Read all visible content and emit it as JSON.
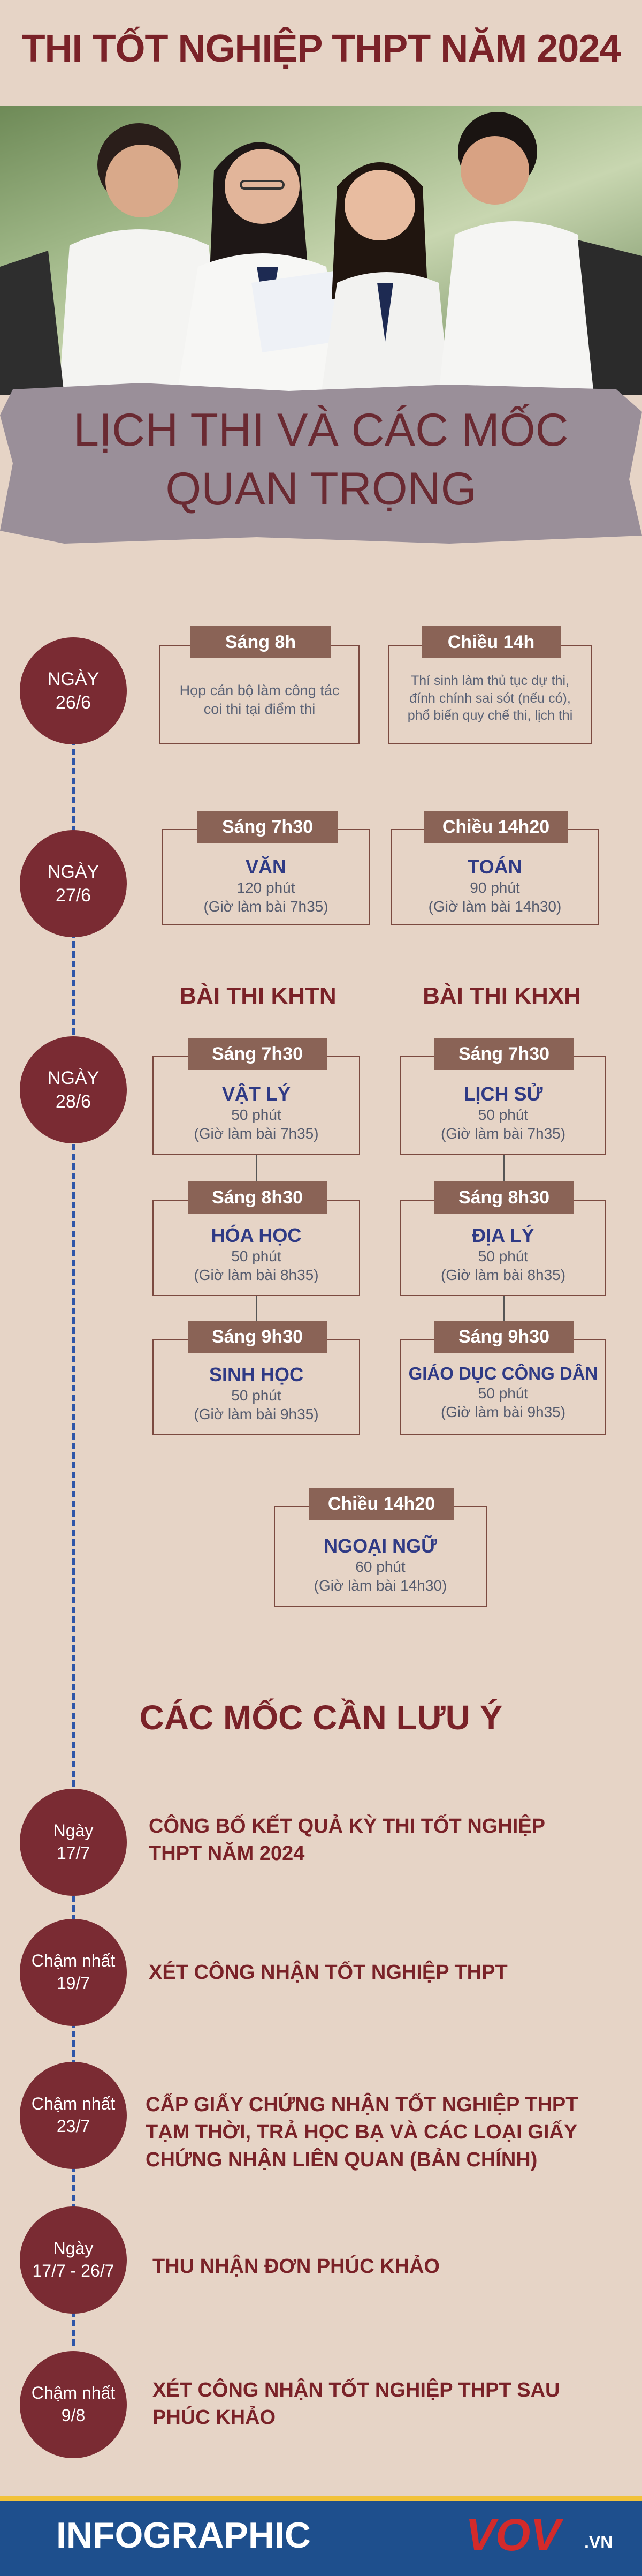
{
  "title": "THI TỐT NGHIỆP THPT NĂM 2024",
  "banner": {
    "line1": "LỊCH THI VÀ CÁC MỐC",
    "line2": "QUAN TRỌNG"
  },
  "days": {
    "d1": {
      "label": "NGÀY",
      "date": "26/6",
      "morning": {
        "tag": "Sáng 8h",
        "text": "Họp cán bộ làm công tác coi thi tại điểm thi"
      },
      "afternoon": {
        "tag": "Chiều 14h",
        "text": "Thí sinh làm thủ tục dự thi, đính chính sai sót (nếu có), phổ biến quy chế thi, lịch thi"
      }
    },
    "d2": {
      "label": "NGÀY",
      "date": "27/6",
      "morning": {
        "tag": "Sáng 7h30",
        "subject": "VĂN",
        "duration": "120 phút",
        "time": "(Giờ làm bài 7h35)"
      },
      "afternoon": {
        "tag": "Chiều 14h20",
        "subject": "TOÁN",
        "duration": "90 phút",
        "time": "(Giờ làm bài 14h30)"
      }
    },
    "d3": {
      "label": "NGÀY",
      "date": "28/6",
      "khtn_title": "BÀI THI KHTN",
      "khxh_title": "BÀI THI KHXH",
      "khtn": [
        {
          "tag": "Sáng 7h30",
          "subject": "VẬT LÝ",
          "duration": "50 phút",
          "time": "(Giờ làm bài 7h35)"
        },
        {
          "tag": "Sáng 8h30",
          "subject": "HÓA HỌC",
          "duration": "50 phút",
          "time": "(Giờ làm bài 8h35)"
        },
        {
          "tag": "Sáng 9h30",
          "subject": "SINH HỌC",
          "duration": "50 phút",
          "time": "(Giờ làm bài 9h35)"
        }
      ],
      "khxh": [
        {
          "tag": "Sáng 7h30",
          "subject": "LỊCH SỬ",
          "duration": "50 phút",
          "time": "(Giờ làm bài 7h35)"
        },
        {
          "tag": "Sáng 8h30",
          "subject": "ĐỊA LÝ",
          "duration": "50 phút",
          "time": "(Giờ làm bài 8h35)"
        },
        {
          "tag": "Sáng 9h30",
          "subject": "GIÁO DỤC CÔNG DÂN",
          "duration": "50 phút",
          "time": "(Giờ làm bài 9h35)"
        }
      ],
      "foreign": {
        "tag": "Chiều 14h20",
        "subject": "NGOẠI NGỮ",
        "duration": "60 phút",
        "time": "(Giờ làm bài 14h30)"
      }
    }
  },
  "milestones_title": "CÁC MỐC CẦN LƯU Ý",
  "milestones": [
    {
      "label": "Ngày",
      "date": "17/7",
      "text": "CÔNG BỐ KẾT QUẢ KỲ THI TỐT NGHIỆP THPT NĂM 2024"
    },
    {
      "label": "Chậm nhất",
      "date": "19/7",
      "text": "XÉT CÔNG NHẬN TỐT NGHIỆP THPT"
    },
    {
      "label": "Chậm nhất",
      "date": "23/7",
      "text": "CẤP GIẤY CHỨNG NHẬN TỐT NGHIỆP THPT TẠM THỜI, TRẢ HỌC BẠ VÀ CÁC LOẠI GIẤY CHỨNG NHẬN LIÊN QUAN (BẢN CHÍNH)"
    },
    {
      "label": "Ngày",
      "date": "17/7 - 26/7",
      "text": "THU NHẬN ĐƠN PHÚC KHẢO"
    },
    {
      "label": "Chậm nhất",
      "date": "9/8",
      "text": "XÉT CÔNG NHẬN TỐT NGHIỆP THPT SAU PHÚC KHẢO"
    }
  ],
  "footer": {
    "label": "INFOGRAPHIC",
    "logo_main": "VOV",
    "logo_suffix": ".VN"
  },
  "colors": {
    "background": "#e6d4c6",
    "maroon": "#7a2b33",
    "footer": "#1e4f8d",
    "timeline": "#2f56a8"
  }
}
